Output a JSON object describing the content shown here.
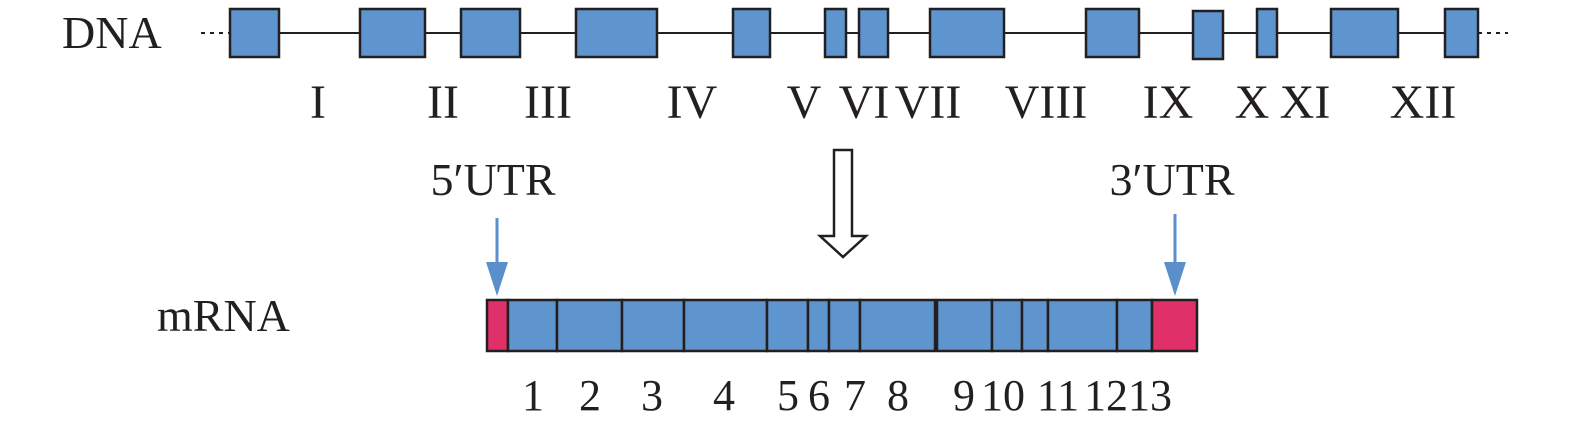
{
  "dna": {
    "label": "DNA",
    "exon_roman_labels": [
      "I",
      "II",
      "III",
      "IV",
      "V",
      "VI",
      "VII",
      "VIII",
      "IX",
      "X",
      "XI",
      "XII"
    ]
  },
  "utr": {
    "five_prime": "5′UTR",
    "three_prime": "3′UTR"
  },
  "mrna": {
    "label": "mRNA",
    "segment_numbers": [
      "1",
      "2",
      "3",
      "4",
      "5",
      "6",
      "7",
      "8",
      "9",
      "10",
      "11",
      "12",
      "13"
    ]
  },
  "colors": {
    "exon_fill": "#5f95cf",
    "utr_fill": "#e0306a",
    "outline": "#231f20",
    "arrow_blue": "#5b8fcc"
  }
}
